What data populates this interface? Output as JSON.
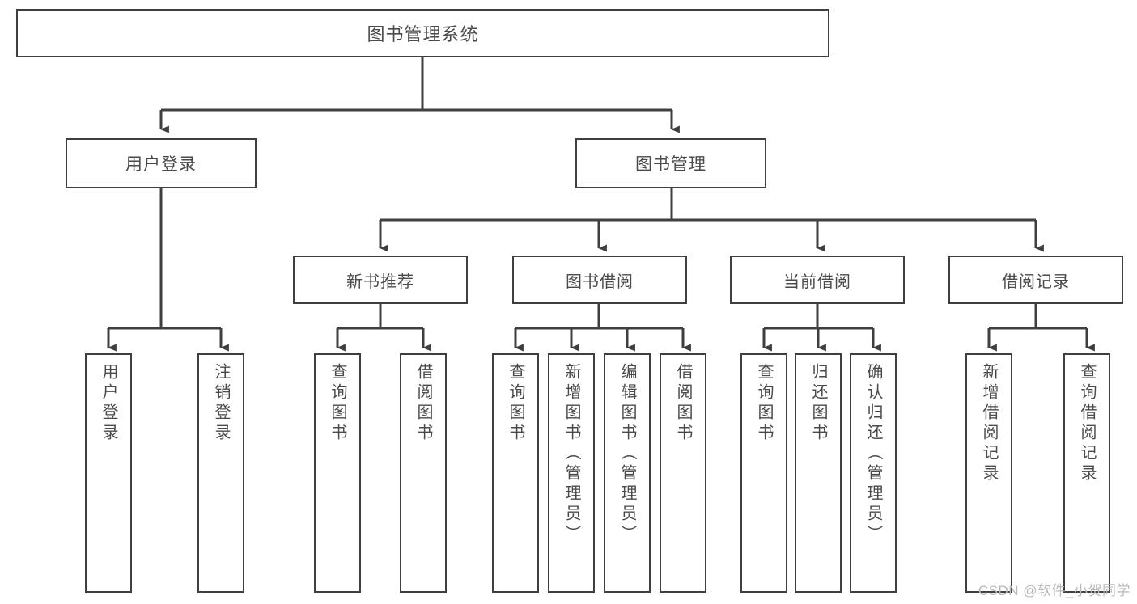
{
  "diagram": {
    "title": "图书管理系统",
    "type": "tree-hierarchy-diagram",
    "theme": {
      "background": "#ffffff",
      "box_border": "#3f3f3f",
      "box_fill": "#ffffff",
      "text": "#4a4a4a",
      "edge": "#3f3f3f",
      "watermark": "#b9b9b9"
    },
    "root": {
      "label": "图书管理系统"
    },
    "level2": [
      {
        "label": "用户登录"
      },
      {
        "label": "图书管理"
      }
    ],
    "level3": [
      {
        "label": "新书推荐"
      },
      {
        "label": "图书借阅"
      },
      {
        "label": "当前借阅"
      },
      {
        "label": "借阅记录"
      }
    ],
    "leaves": {
      "user_login": [
        {
          "label": "用户登录"
        },
        {
          "label": "注销登录"
        }
      ],
      "new_book": [
        {
          "label": "查询图书"
        },
        {
          "label": "借阅图书"
        }
      ],
      "book_borrow": [
        {
          "label": "查询图书"
        },
        {
          "label": "新增图书（管理员）"
        },
        {
          "label": "编辑图书（管理员）"
        },
        {
          "label": "借阅图书"
        }
      ],
      "current_borrow": [
        {
          "label": "查询图书"
        },
        {
          "label": "归还图书"
        },
        {
          "label": "确认归还（管理员）"
        }
      ],
      "borrow_record": [
        {
          "label": "新增借阅记录"
        },
        {
          "label": "查询借阅记录"
        }
      ]
    },
    "watermark": "CSDN @软件_小贺同学"
  }
}
